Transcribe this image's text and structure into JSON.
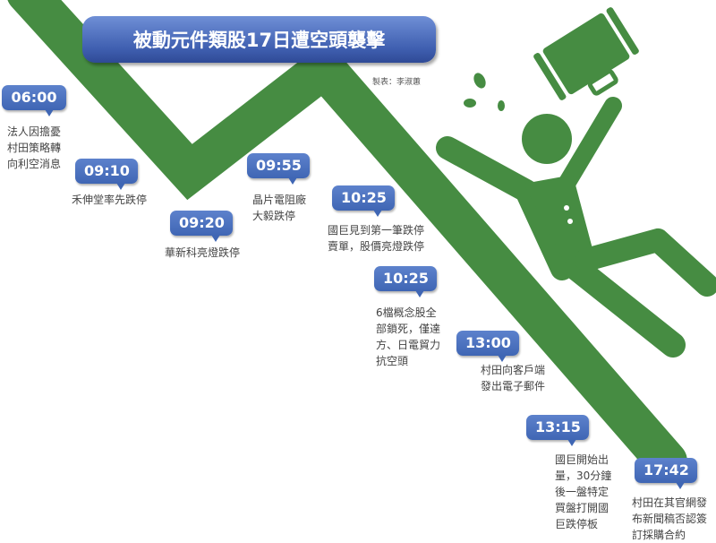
{
  "title": "被動元件類股17日遭空頭襲擊",
  "credit": "製表：李淑蕙",
  "colors": {
    "line": "#468c42",
    "bubble": "#4a70bb",
    "text": "#444444"
  },
  "events": [
    {
      "time": "06:00",
      "text": "法人因擔憂\n村田策略轉\n向利空消息"
    },
    {
      "time": "09:10",
      "text": "禾伸堂率先跌停"
    },
    {
      "time": "09:20",
      "text": "華新科亮燈跌停"
    },
    {
      "time": "09:55",
      "text": "晶片電阻廠\n大毅跌停"
    },
    {
      "time": "10:25",
      "text": "國巨見到第一筆跌停\n賣單，股價亮燈跌停"
    },
    {
      "time": "10:25",
      "text": "6檔概念股全\n部鎖死，僅達\n方、日電貿力\n抗空頭"
    },
    {
      "time": "13:00",
      "text": "村田向客戶端\n發出電子郵件"
    },
    {
      "time": "13:15",
      "text": "國巨開始出\n量，30分鐘\n後一盤特定\n買盤打開國\n巨跌停板"
    },
    {
      "time": "17:42",
      "text": "村田在其官網發\n布新聞稿否認簽\n訂採購合約"
    }
  ]
}
